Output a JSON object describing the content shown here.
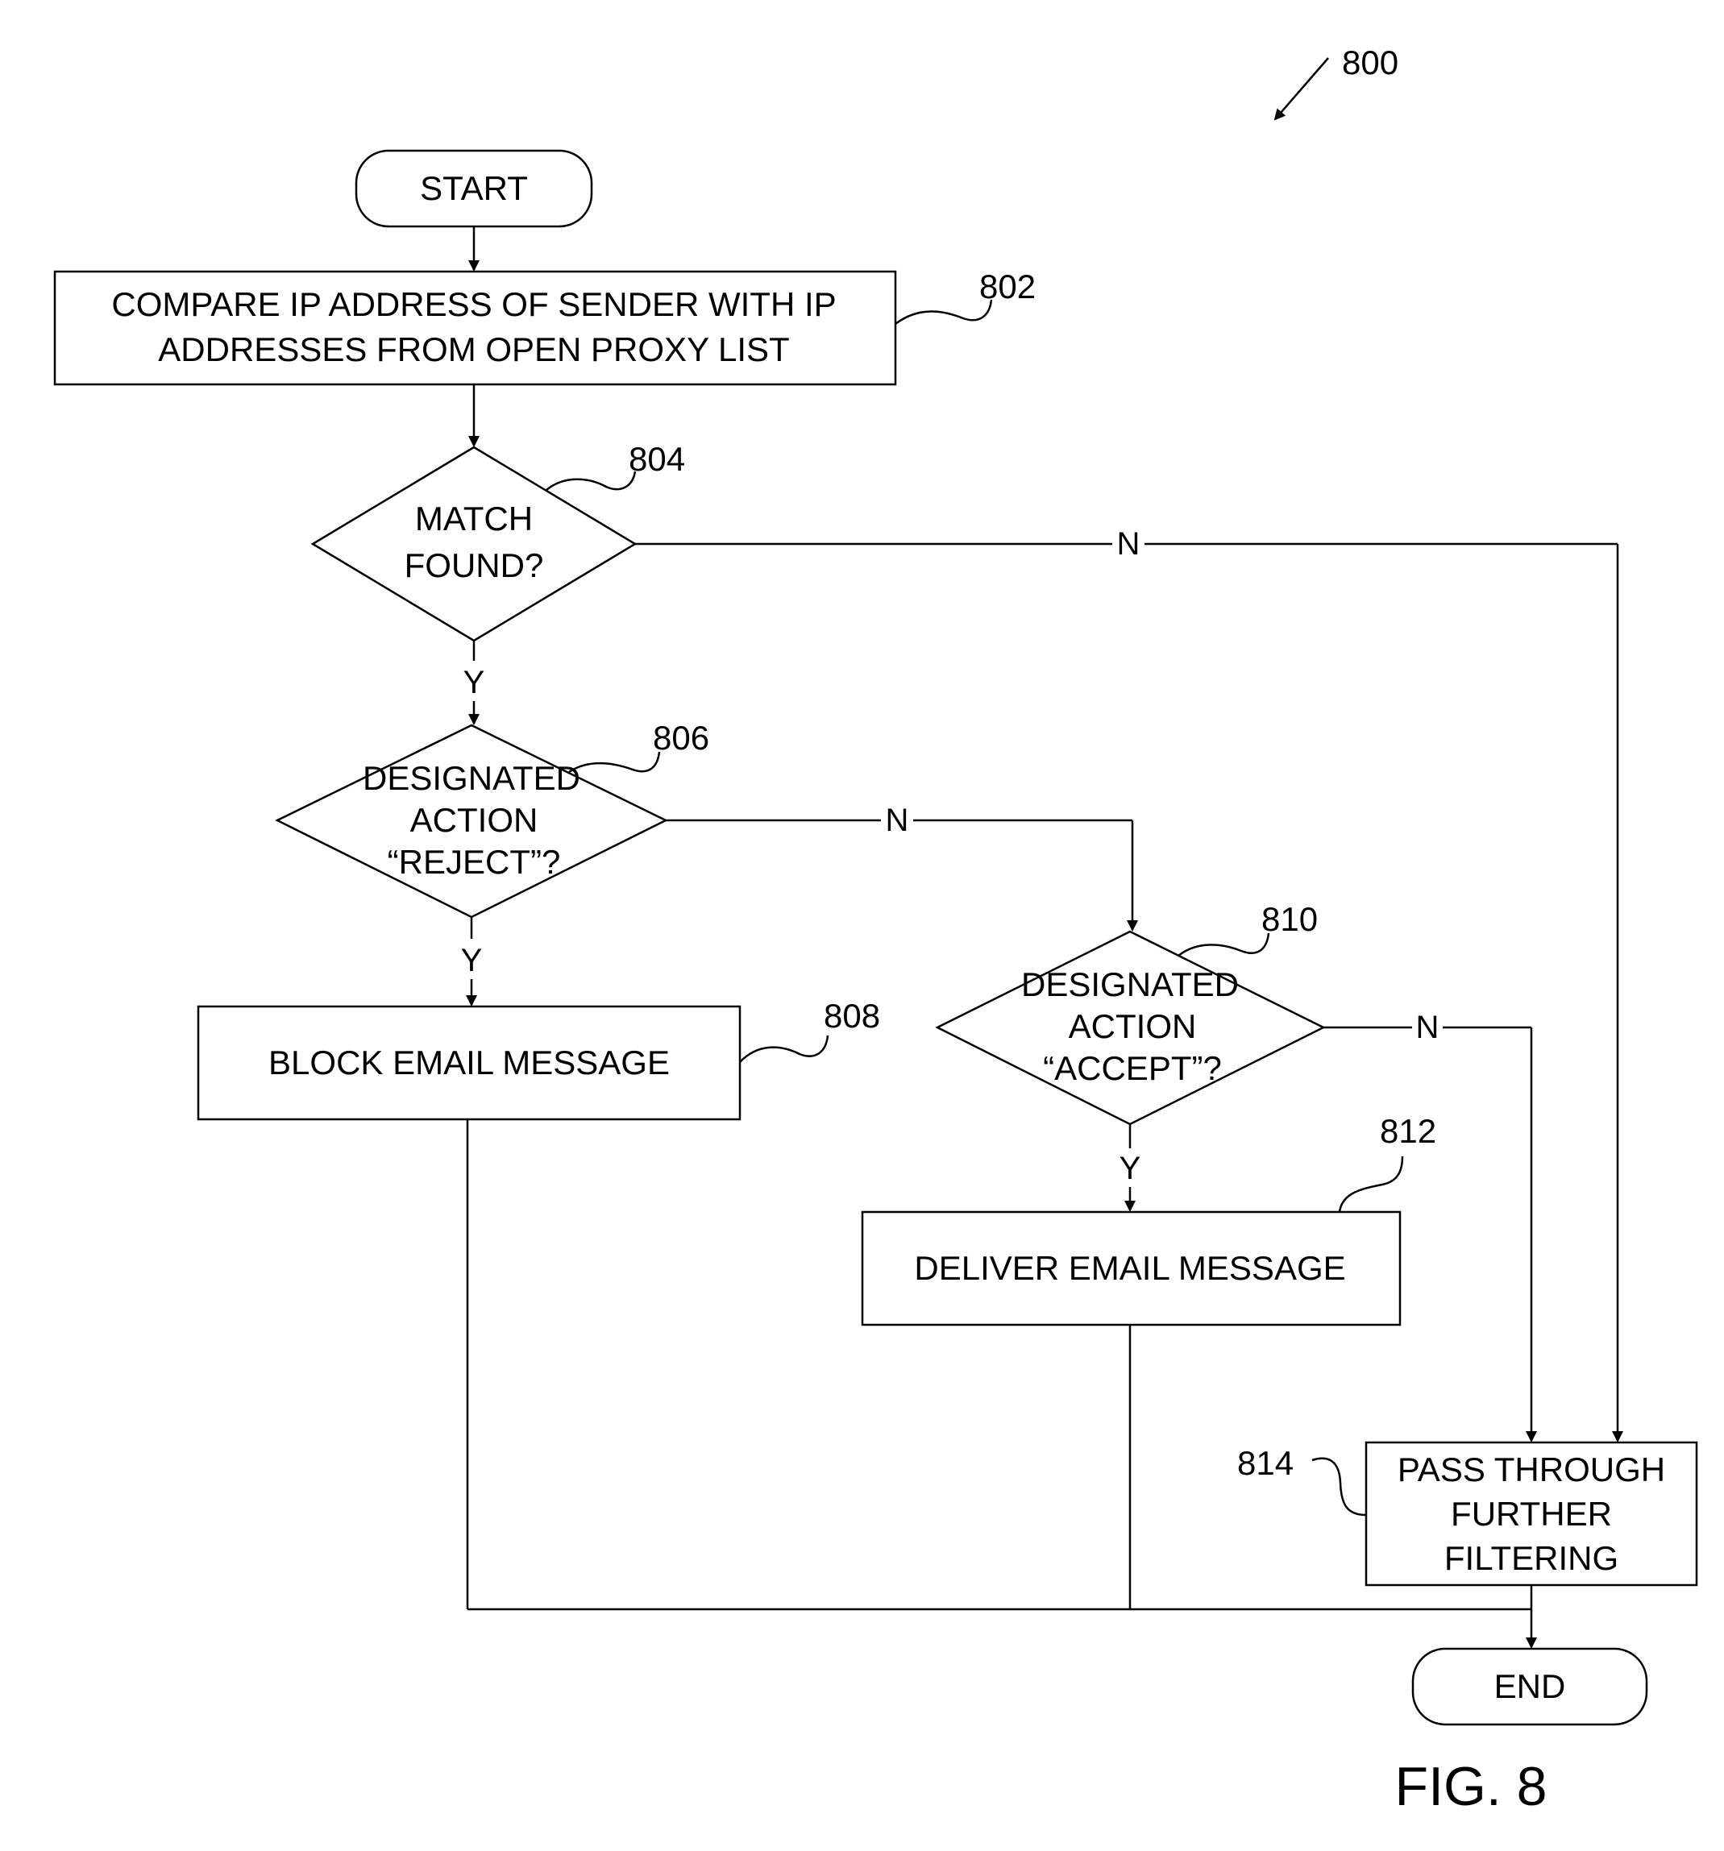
{
  "figure": {
    "number_ref": "800",
    "caption": "FIG. 8"
  },
  "nodes": {
    "start": {
      "label": "START"
    },
    "step_802": {
      "ref": "802",
      "lines": [
        "COMPARE IP ADDRESS OF SENDER WITH IP",
        "ADDRESSES FROM OPEN PROXY LIST"
      ]
    },
    "decision_804": {
      "ref": "804",
      "lines": [
        "MATCH",
        "FOUND?"
      ]
    },
    "decision_806": {
      "ref": "806",
      "lines": [
        "DESIGNATED",
        "ACTION",
        "“REJECT”?"
      ]
    },
    "step_808": {
      "ref": "808",
      "lines": [
        "BLOCK EMAIL MESSAGE"
      ]
    },
    "decision_810": {
      "ref": "810",
      "lines": [
        "DESIGNATED",
        "ACTION",
        "“ACCEPT”?"
      ]
    },
    "step_812": {
      "ref": "812",
      "lines": [
        "DELIVER EMAIL MESSAGE"
      ]
    },
    "step_814": {
      "ref": "814",
      "lines": [
        "PASS THROUGH",
        "FURTHER",
        "FILTERING"
      ]
    },
    "end": {
      "label": "END"
    }
  },
  "edges": {
    "d804_no": "N",
    "d804_yes": "Y",
    "d806_no": "N",
    "d806_yes": "Y",
    "d810_no": "N",
    "d810_yes": "Y"
  }
}
